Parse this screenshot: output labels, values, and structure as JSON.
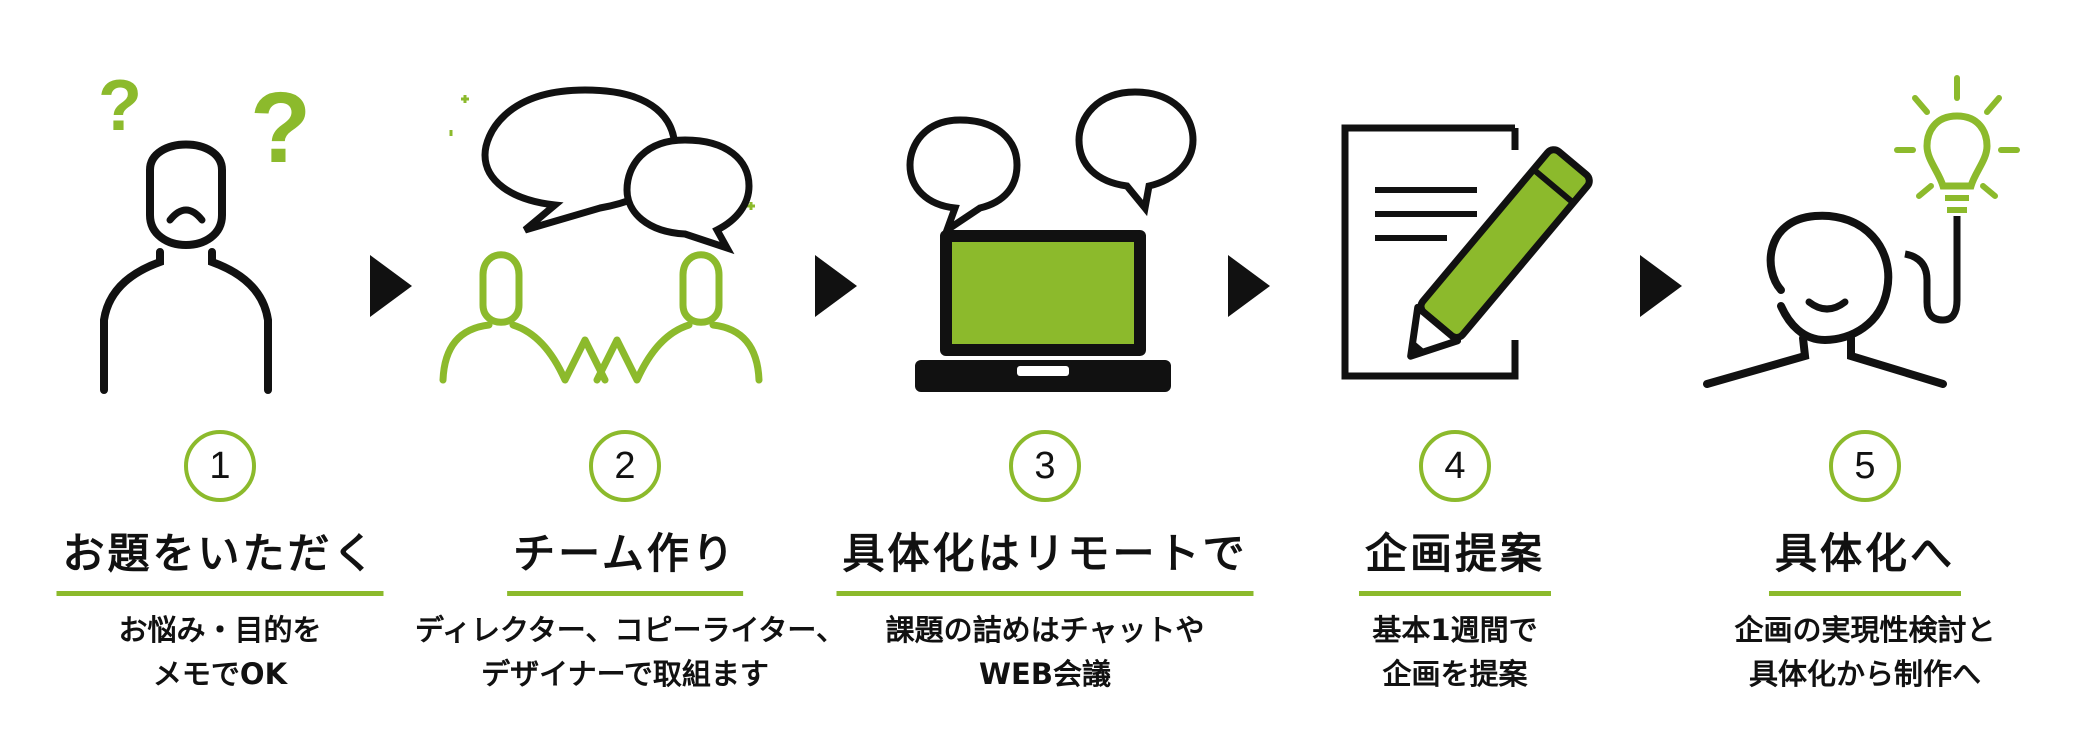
{
  "colors": {
    "accent": "#8cba2c",
    "ink": "#111111"
  },
  "steps": [
    {
      "number": "1",
      "title": "お題をいただく",
      "desc": [
        "お悩み・目的を",
        "メモでOK"
      ]
    },
    {
      "number": "2",
      "title": "チーム作り",
      "desc": [
        "ディレクター、コピーライター、",
        "デザイナーで取組ます"
      ]
    },
    {
      "number": "3",
      "title": "具体化はリモートで",
      "desc": [
        "課題の詰めはチャットや",
        "WEB会議"
      ]
    },
    {
      "number": "4",
      "title": "企画提案",
      "desc": [
        "基本1週間で",
        "企画を提案"
      ]
    },
    {
      "number": "5",
      "title": "具体化へ",
      "desc": [
        "企画の実現性検討と",
        "具体化から制作へ"
      ]
    }
  ],
  "icons": [
    "confused-person-icon",
    "team-chat-icon",
    "laptop-chat-icon",
    "document-pencil-icon",
    "idea-person-icon"
  ]
}
